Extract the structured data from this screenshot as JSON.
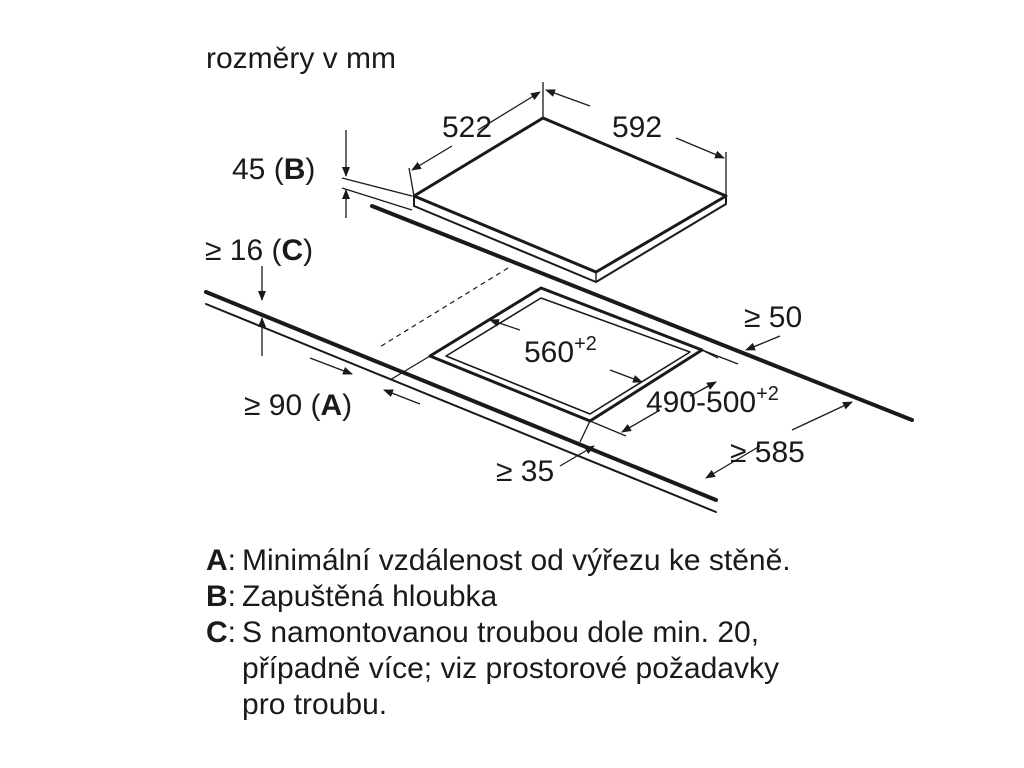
{
  "units_title": "rozměry v mm",
  "dimensions": {
    "hob_depth": "522",
    "hob_width": "592",
    "recess_depth": "45 (",
    "recess_key": "B",
    "min_worktop_thickness": "≥ 16 (",
    "min_worktop_key": "C",
    "back_distance": "≥ 50",
    "cutout_width": "560",
    "cutout_width_tolerance": "+2",
    "cutout_depth": "490-500",
    "cutout_depth_tolerance": "+2",
    "wall_distance": "≥ 90 (",
    "wall_key": "A",
    "front_distance": "≥ 35",
    "worktop_depth": "≥ 585",
    "close_paren": ")"
  },
  "legend": [
    {
      "key": "A",
      "text": "Minimální vzdálenost od výřezu ke stěně."
    },
    {
      "key": "B",
      "text": "Zapuštěná hloubka"
    },
    {
      "key": "C",
      "text": "S namontovanou troubou dole min. 20,\npřípadně více; viz prostorové požadavky\npro troubu."
    }
  ]
}
